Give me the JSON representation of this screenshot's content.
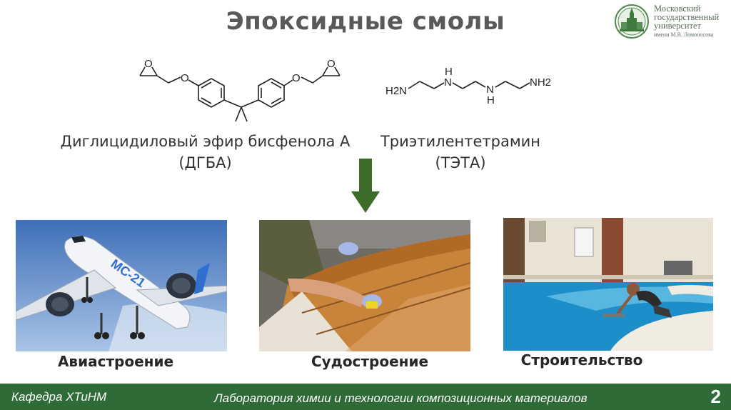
{
  "slide": {
    "title": "Эпоксидные смолы",
    "number": "2"
  },
  "logo": {
    "line1": "Московский",
    "line2": "государственный",
    "line3": "университет",
    "line4": "имени М.В. Ломоносова",
    "icon": "msu-crest-icon"
  },
  "chemicals": [
    {
      "name": "Диглицидиловый эфир бисфенола А",
      "abbr": "(ДГБА)",
      "atoms": [
        "O",
        "O",
        "O",
        "O"
      ]
    },
    {
      "name": "Триэтилентетрамин",
      "abbr": "(ТЭТА)",
      "atoms": [
        "H2N",
        "N",
        "H",
        "N",
        "H",
        "NH2"
      ]
    }
  ],
  "arrow": {
    "icon": "arrow-down-icon",
    "color": "#3d6b2a"
  },
  "applications": [
    {
      "label": "Авиастроение",
      "aircraft_marking": "МС-21",
      "image": "airplane-photo"
    },
    {
      "label": "Судостроение",
      "image": "boat-hull-photo"
    },
    {
      "label": "Строительство",
      "image": "epoxy-floor-photo"
    }
  ],
  "footer": {
    "left": "Кафедра ХТиНМ",
    "center": "Лаборатория химии и технологии композиционных материалов",
    "background": "#2e6b37"
  }
}
